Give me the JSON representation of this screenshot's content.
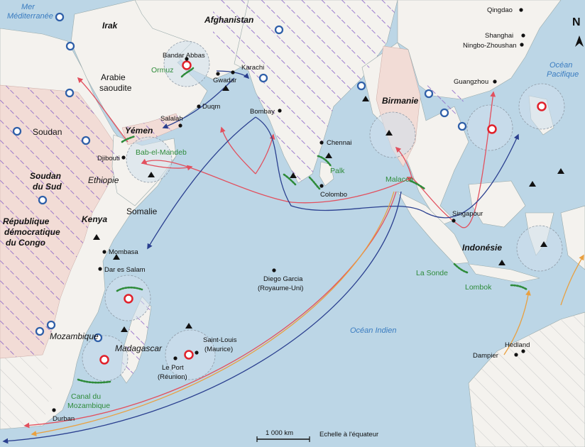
{
  "colors": {
    "sea": "#bcd6e6",
    "land": "#f4f2ee",
    "land_pink": "#f2dcd6",
    "hatch": "#8a63c6",
    "red_route": "#e2505e",
    "navy_route": "#2a3f8f",
    "orange_route": "#e9a040",
    "strait_dots": "#2e8b3a",
    "base_blue": "#2f5fa8",
    "base_red": "#e0202a"
  },
  "icons": {
    "military_base": "blue-circle-icon",
    "major_base": "red-circle-icon",
    "port": "black-dot-icon",
    "conflict": "black-triangle-icon",
    "north": "north-arrow-icon"
  },
  "countries": {
    "irak": "Irak",
    "afghanistan": "Afghanistan",
    "arabie": [
      "Arabie",
      "saoudite"
    ],
    "yemen": "Yémen",
    "soudan": "Soudan",
    "soudan_sud": [
      "Soudan",
      "du Sud"
    ],
    "ethiopie": "Ethiopie",
    "somalie": "Somalie",
    "kenya": "Kenya",
    "rdc": [
      "République",
      "démocratique",
      "du Congo"
    ],
    "mozambique": "Mozambique",
    "madagascar": "Madagascar",
    "birmanie": "Birmanie",
    "indonesie": "Indonésie"
  },
  "seas": {
    "mediterranee": [
      "Mer",
      "Méditerranée"
    ],
    "indien": "Océan Indien",
    "pacifique": [
      "Océan",
      "Pacifique"
    ]
  },
  "straits": {
    "ormuz": "Ormuz",
    "bab": "Bab-el-Mandeb",
    "palk": "Palk",
    "malacca": "Malacca",
    "sonde": "La Sonde",
    "lombok": "Lombok",
    "canal": [
      "Canal du",
      "Mozambique"
    ]
  },
  "ports": {
    "qingdao": "Qingdao",
    "shanghai": "Shanghai",
    "ningbo": "Ningbo-Zhoushan",
    "guangzhou": "Guangzhou",
    "bandar": "Bandar Abbas",
    "karachi": "Karachi",
    "gwadar": "Gwadar",
    "duqm": "Duqm",
    "salalah": "Salalah",
    "bombay": "Bombay",
    "djibouti": "Djibouti",
    "chennai": "Chennai",
    "colombo": "Colombo",
    "singapour": "Singapour",
    "mombasa": "Mombasa",
    "dar": "Dar es Salam",
    "diego": [
      "Diego Garcia",
      "(Royaume-Uni)"
    ],
    "saint_louis": [
      "Saint-Louis",
      "(Maurice)"
    ],
    "le_port": [
      "Le Port",
      "(Réunion)"
    ],
    "hedland": "Hedland",
    "dampier": "Dampier",
    "durban": "Durban"
  },
  "scale": {
    "distance": "1 000 km",
    "note": "Echelle à l'équateur"
  },
  "north": "N"
}
